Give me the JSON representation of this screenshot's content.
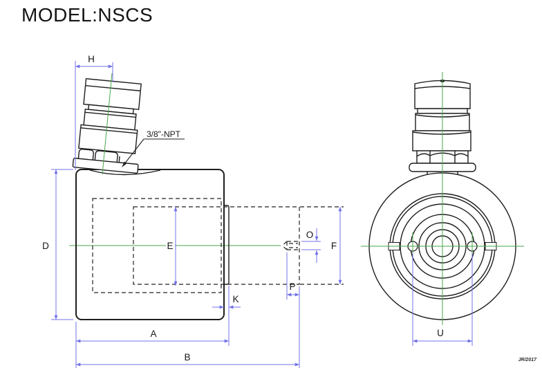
{
  "title": "MODEL:NSCS",
  "annotations": {
    "port_label": "3/8\"-NPT",
    "signature": "JR/2017"
  },
  "dimension_labels": {
    "H": "H",
    "D": "D",
    "E": "E",
    "A": "A",
    "B": "B",
    "K": "K",
    "P": "P",
    "O": "O",
    "F": "F",
    "U": "U"
  },
  "colors": {
    "outline": "#1d1d1d",
    "hidden_line": "#222222",
    "dimension_line": "#7070e8",
    "centerline": "#4aa64a",
    "text": "#161616",
    "background": "#ffffff"
  }
}
